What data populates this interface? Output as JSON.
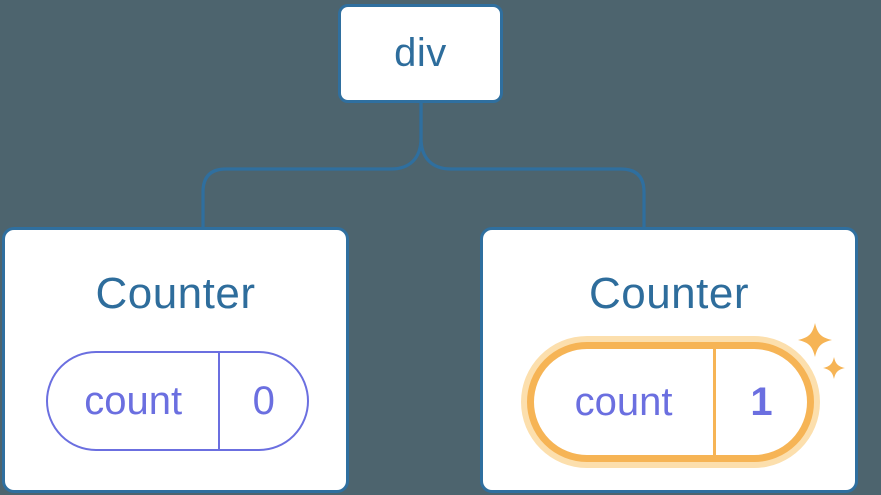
{
  "diagram": {
    "root_node": {
      "label": "div"
    },
    "counters": [
      {
        "title": "Counter",
        "state_key": "count",
        "state_value": "0",
        "highlighted": false
      },
      {
        "title": "Counter",
        "state_key": "count",
        "state_value": "1",
        "highlighted": true
      }
    ],
    "colors": {
      "background": "#4d646e",
      "node_blue_border": "#2f6f9f",
      "node_blue_text": "#2e6d9c",
      "state_purple": "#6b6fe0",
      "highlight_orange": "#f6b455",
      "highlight_glow": "#fcdfad",
      "card_background": "#ffffff"
    }
  }
}
